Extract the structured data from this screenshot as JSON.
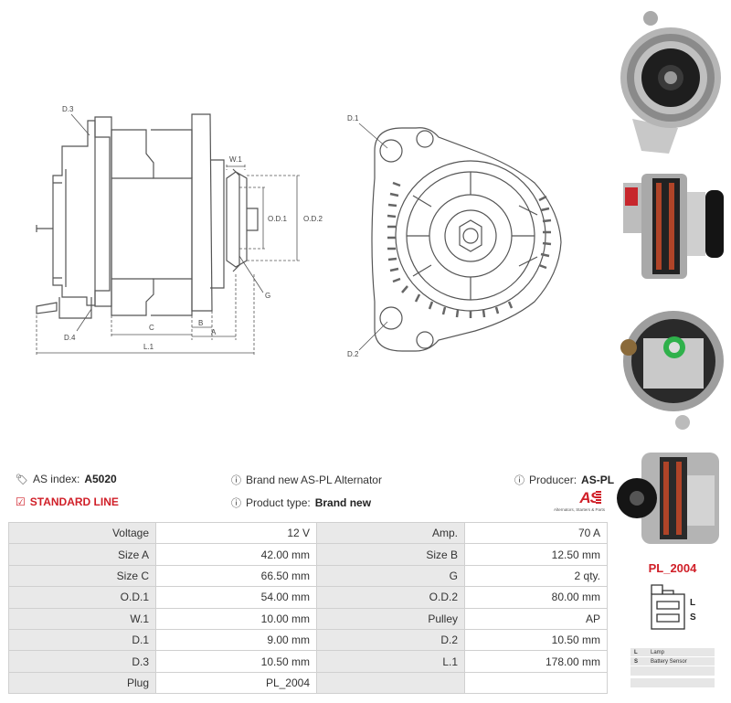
{
  "drawing": {
    "side_labels": {
      "d3": "D.3",
      "d4": "D.4",
      "w1": "W.1",
      "od1": "O.D.1",
      "od2": "O.D.2",
      "g": "G",
      "c": "C",
      "b": "B",
      "a": "A",
      "l1": "L.1"
    },
    "front_labels": {
      "d1": "D.1",
      "d2": "D.2"
    }
  },
  "info": {
    "index_label": "AS index:",
    "index_value": "A5020",
    "standard_line": "STANDARD LINE",
    "description": "Brand new AS-PL Alternator",
    "product_type_label": "Product type:",
    "product_type_value": "Brand new",
    "producer_label": "Producer:",
    "producer_value": "AS-PL",
    "logo_text": "AS",
    "logo_tagline": "Alternators, Starters & Parts"
  },
  "specs": [
    {
      "k1": "Voltage",
      "v1": "12 V",
      "k2": "Amp.",
      "v2": "70 A"
    },
    {
      "k1": "Size A",
      "v1": "42.00 mm",
      "k2": "Size B",
      "v2": "12.50 mm"
    },
    {
      "k1": "Size C",
      "v1": "66.50 mm",
      "k2": "G",
      "v2": "2 qty."
    },
    {
      "k1": "O.D.1",
      "v1": "54.00 mm",
      "k2": "O.D.2",
      "v2": "80.00 mm"
    },
    {
      "k1": "W.1",
      "v1": "10.00 mm",
      "k2": "Pulley",
      "v2": "AP"
    },
    {
      "k1": "D.1",
      "v1": "9.00 mm",
      "k2": "D.2",
      "v2": "10.50 mm"
    },
    {
      "k1": "D.3",
      "v1": "10.50 mm",
      "k2": "L.1",
      "v2": "178.00 mm"
    },
    {
      "k1": "Plug",
      "v1": "PL_2004",
      "k2": "",
      "v2": ""
    }
  ],
  "plug": {
    "title": "PL_2004",
    "pins": [
      "L",
      "S"
    ],
    "legend": [
      {
        "key": "L",
        "label": "Lamp"
      },
      {
        "key": "S",
        "label": "Battery Sensor"
      },
      {
        "key": "",
        "label": ""
      },
      {
        "key": "",
        "label": ""
      }
    ]
  },
  "colors": {
    "accent": "#d01f28",
    "line": "#555555",
    "table_key_bg": "#e9e9e9"
  }
}
